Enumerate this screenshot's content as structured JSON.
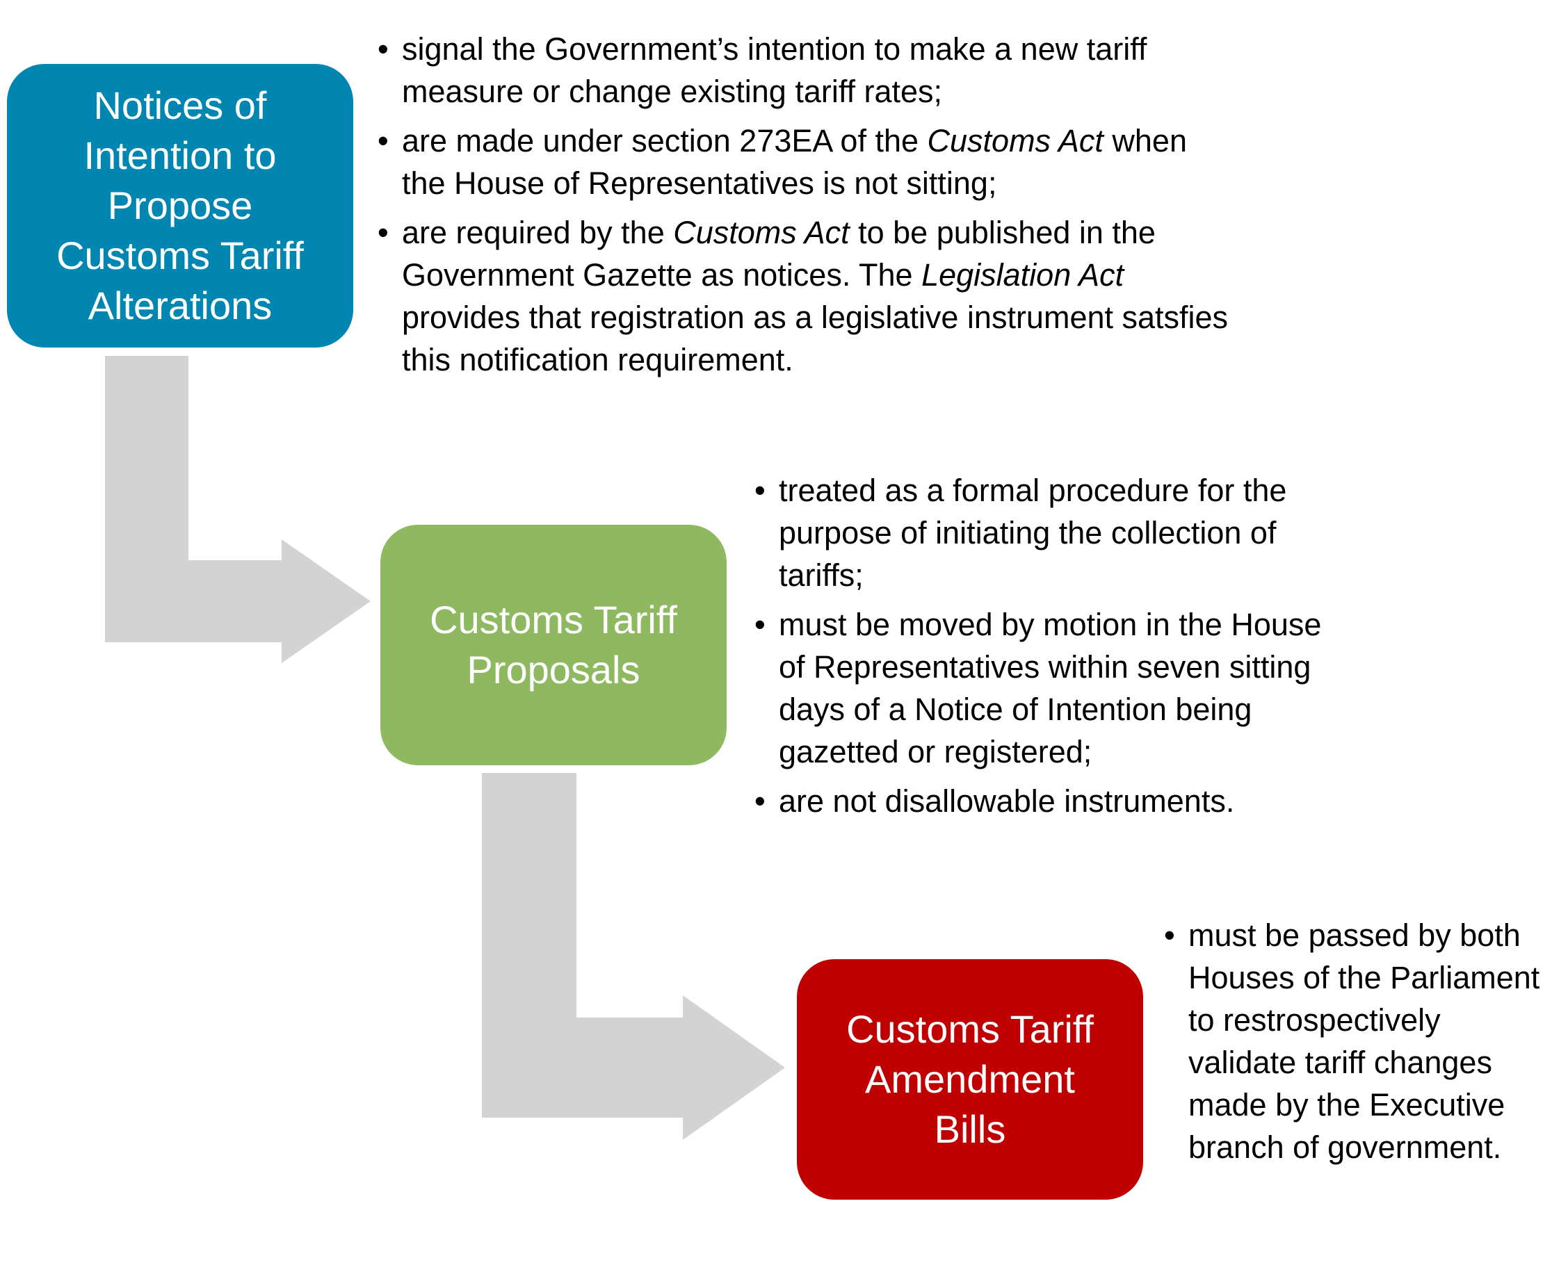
{
  "colors": {
    "box1": "#0086B0",
    "box2": "#8FB961",
    "box3": "#C00000",
    "arrow": "#D3D3D3"
  },
  "boxes": [
    {
      "title": "Notices of\nIntention to\nPropose\nCustoms Tariff\nAlterations"
    },
    {
      "title": "Customs Tariff\nProposals"
    },
    {
      "title": "Customs Tariff\nAmendment\nBills"
    }
  ],
  "lists": {
    "notices": [
      {
        "parts": [
          {
            "text": "signal the Government’s intention to make a new tariff measure or change existing tariff rates;"
          }
        ]
      },
      {
        "parts": [
          {
            "text": "are made under section 273EA of the "
          },
          {
            "text": "Customs Act",
            "italic": true
          },
          {
            "text": " when the House of Representatives is not sitting;"
          }
        ]
      },
      {
        "parts": [
          {
            "text": "are required by the "
          },
          {
            "text": "Customs Act",
            "italic": true
          },
          {
            "text": " to be published in the Government Gazette as notices. The "
          },
          {
            "text": "Legislation Act",
            "italic": true
          },
          {
            "text": " provides that registration as a legislative instrument satsfies this notification requirement."
          }
        ]
      }
    ],
    "proposals": [
      {
        "parts": [
          {
            "text": "treated as a formal procedure for the purpose of initiating the collection of tariffs;"
          }
        ]
      },
      {
        "parts": [
          {
            "text": "must be moved by motion in the House of Representatives within seven sitting days of a Notice of Intention being gazetted or registered;"
          }
        ]
      },
      {
        "parts": [
          {
            "text": "are not disallowable instruments."
          }
        ]
      }
    ],
    "bills": [
      {
        "parts": [
          {
            "text": "must be passed by both Houses of the Parliament to restrospectively validate tariff changes made by the Executive branch of government."
          }
        ]
      }
    ]
  }
}
